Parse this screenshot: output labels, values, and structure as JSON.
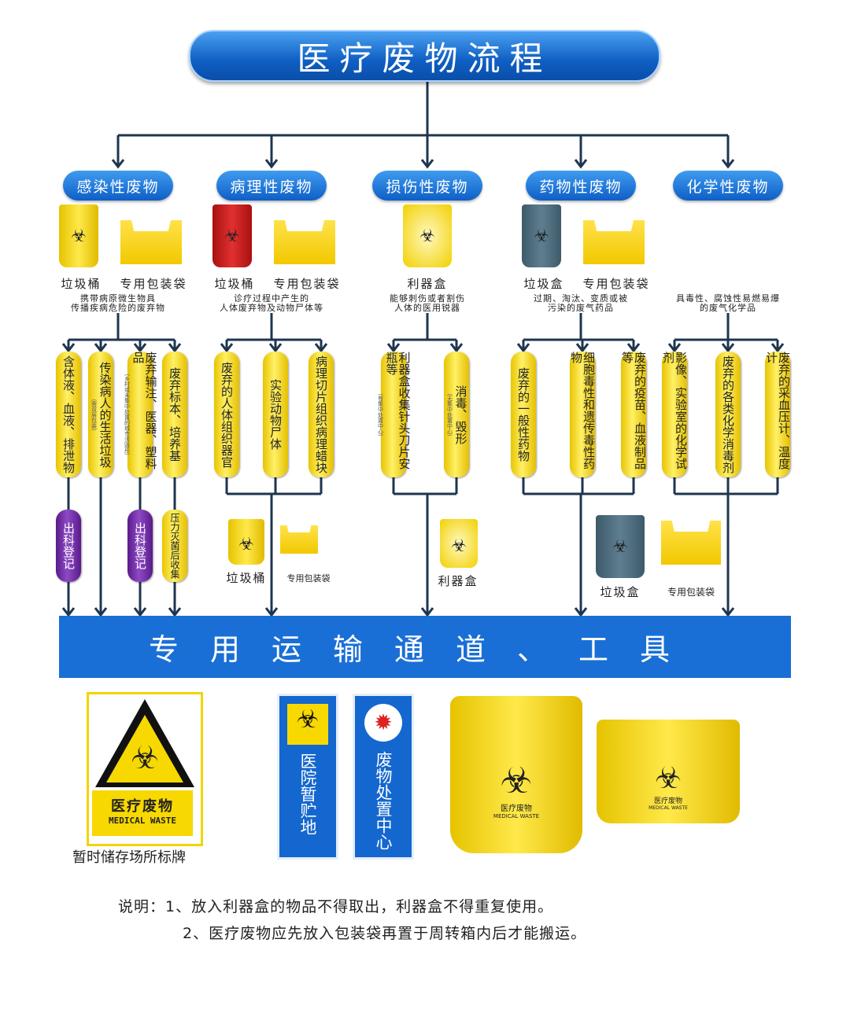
{
  "title": "医疗废物流程",
  "categories": [
    {
      "label": "感染性废物",
      "containers": [
        "垃圾桶",
        "专用包装袋"
      ],
      "desc": [
        "携带病原微生物具",
        "传播疾病危险的废弃物"
      ],
      "items": [
        {
          "text": "含体液、血液、排泄物",
          "note": ""
        },
        {
          "text": "传染病人的生活垃圾",
          "note": "（需双层包装）"
        },
        {
          "text": "废弃输注、医器、塑料品",
          "note": "（乡村或未集中处置的城市须毁形）"
        },
        {
          "text": "废弃标本、培养基",
          "note": ""
        }
      ],
      "post": [
        {
          "text": "出科登记",
          "color": "purple"
        },
        {
          "text": "出科登记",
          "color": "purple"
        },
        {
          "text": "压力灭菌后收集",
          "color": "yellow"
        }
      ]
    },
    {
      "label": "病理性废物",
      "containers": [
        "垃圾桶",
        "专用包装袋"
      ],
      "desc": [
        "诊疗过程中产生的",
        "人体废弃物及动物尸体等"
      ],
      "items": [
        {
          "text": "废弃的人体组织器官",
          "note": ""
        },
        {
          "text": "实验动物尸体",
          "note": ""
        },
        {
          "text": "病理切片组织病理蜡块",
          "note": ""
        }
      ],
      "after": [
        "垃圾桶",
        "专用包装袋"
      ]
    },
    {
      "label": "损伤性废物",
      "containers": [
        "利器盒"
      ],
      "desc": [
        "能够刺伤或者割伤",
        "人体的医用锐器"
      ],
      "items": [
        {
          "text": "利器盒收集针头刀片安瓶等",
          "note": "（有集中处置中心）"
        },
        {
          "text": "消毒、毁形",
          "note": "（无集中处置中心）"
        }
      ],
      "after": [
        "利器盒"
      ]
    },
    {
      "label": "药物性废物",
      "containers": [
        "垃圾盒",
        "专用包装袋"
      ],
      "desc": [
        "过期、淘汰、变质或被",
        "污染的废气药品"
      ],
      "items": [
        {
          "text": "废弃的一般性药物",
          "note": ""
        },
        {
          "text": "细胞毒性和遗传毒性药物",
          "note": ""
        },
        {
          "text": "废弃的疫苗、血液制品等",
          "note": ""
        }
      ],
      "after": [
        "垃圾盒",
        "专用包装袋"
      ]
    },
    {
      "label": "化学性废物",
      "containers": [],
      "desc": [
        "具毒性、腐蚀性易燃易爆",
        "的废气化学品"
      ],
      "items": [
        {
          "text": "影像、实验室的化学试剂",
          "note": ""
        },
        {
          "text": "废弃的各类化学消毒剂",
          "note": ""
        },
        {
          "text": "废弃的采血压计、温度计",
          "note": ""
        }
      ]
    }
  ],
  "transport": "专用运输通道、工具",
  "storage": {
    "sign_title": "医疗废物",
    "sign_sub": "MEDICAL WASTE",
    "caption": "暂时储存场所标牌",
    "panels": [
      "医院暂贮地",
      "废物处置中心"
    ],
    "bin_label": "医疗废物",
    "bin_sub": "MEDICAL WASTE"
  },
  "notes": [
    "说明：1、放入利器盒的物品不得取出，利器盒不得重复使用。",
    "2、医疗废物应先放入包装袋再置于周转箱内后才能搬运。"
  ],
  "colors": {
    "blue": "#1a6fd6",
    "yellow": "#ffe94a",
    "purple": "#7a3bb0"
  }
}
